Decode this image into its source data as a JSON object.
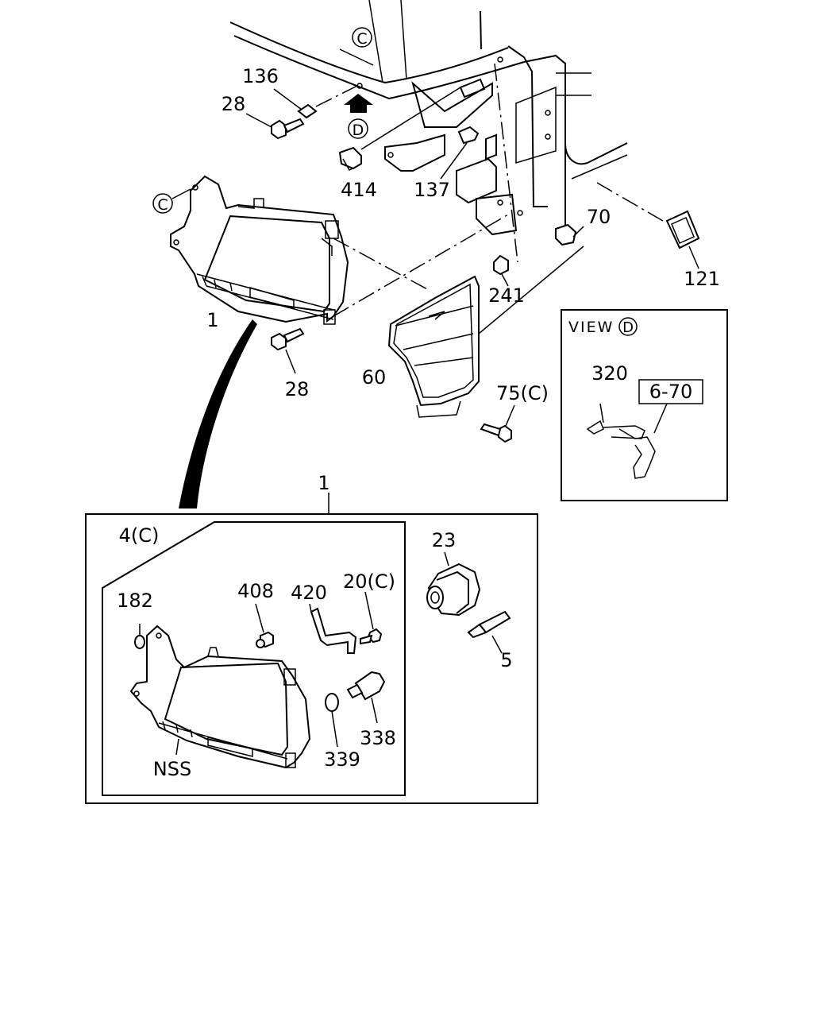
{
  "labels": {
    "c_marker_top": "C",
    "d_marker": "D",
    "c_marker_left": "C",
    "p136": "136",
    "p28_top": "28",
    "p414": "414",
    "p137": "137",
    "p70": "70",
    "p121": "121",
    "p241": "241",
    "p1_top": "1",
    "p28_bottom": "28",
    "p60": "60",
    "p75c": "75(C)",
    "view_text": "VIEW",
    "view_d": "D",
    "p320": "320",
    "p6_70": "6-70",
    "p1_assembly": "1",
    "p4c": "4(C)",
    "p182": "182",
    "p408": "408",
    "p420": "420",
    "p20c": "20(C)",
    "p23": "23",
    "p5": "5",
    "nss": "NSS",
    "p339": "339",
    "p338": "338"
  }
}
